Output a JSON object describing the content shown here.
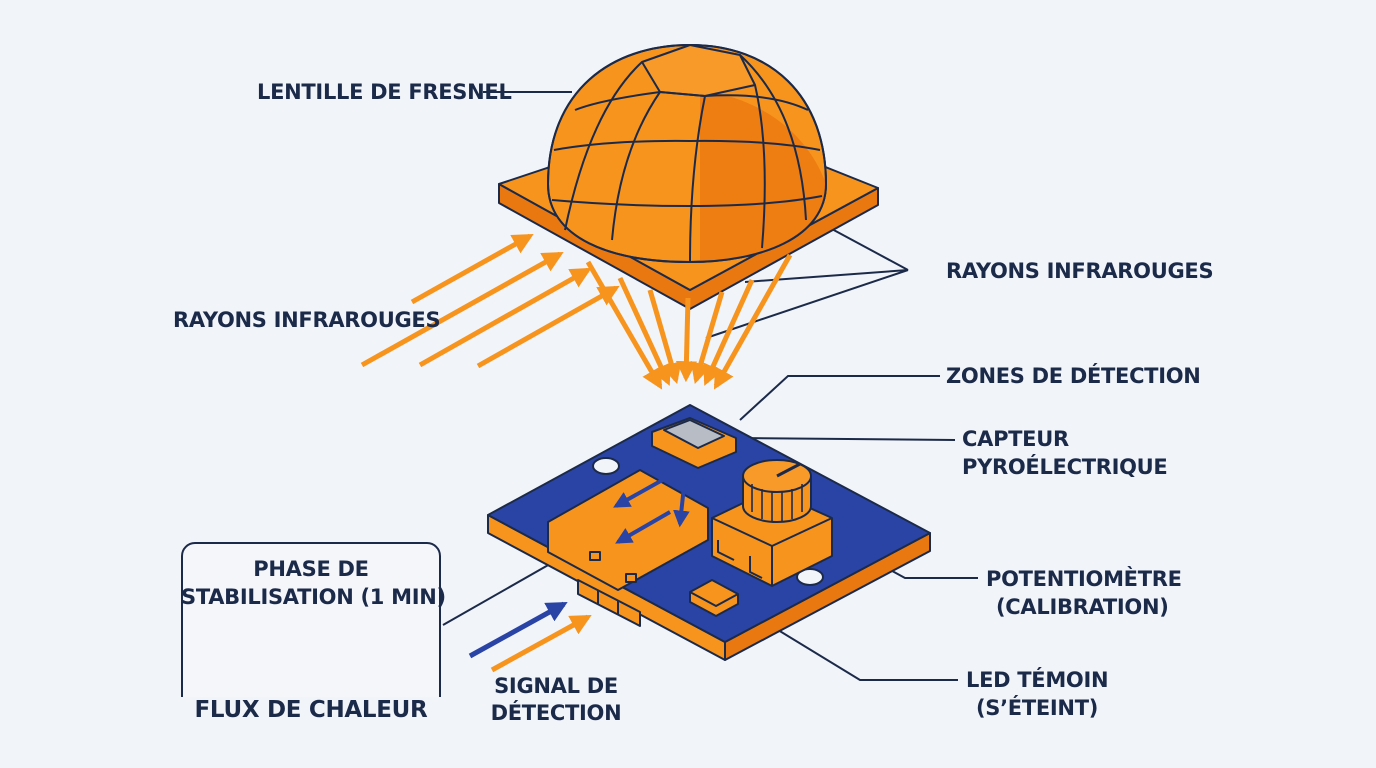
{
  "labels": {
    "fresnel_lens": "LENTILLE DE FRESNEL",
    "ir_rays_left": "RAYONS INFRAROUGES",
    "ir_rays_right": "RAYONS INFRAROUGES",
    "detection_zones": "ZONES DE DÉTECTION",
    "pyro_sensor_line1": "CAPTEUR",
    "pyro_sensor_line2": "PYROÉLECTRIQUE",
    "potentiometer_line1": "POTENTIOMÈTRE",
    "potentiometer_line2": "(CALIBRATION)",
    "led_line1": "LED TÉMOIN",
    "led_line2": "(S’ÉTEINT)",
    "signal_line1": "SIGNAL DE",
    "signal_line2": "DÉTECTION"
  },
  "stabilization_box": {
    "title_line1": "PHASE DE",
    "title_line2": "STABILISATION (1 MIN)",
    "footer": "FLUX DE CHALEUR",
    "icons": [
      "timer-icon",
      "arrow-right-icon",
      "cancel-x-icon"
    ]
  },
  "colors": {
    "orange": "#f7941d",
    "dark_orange": "#e8690f",
    "pcb_blue": "#2a44a6",
    "navy": "#1c2a4a",
    "background": "#f1f4f8"
  }
}
